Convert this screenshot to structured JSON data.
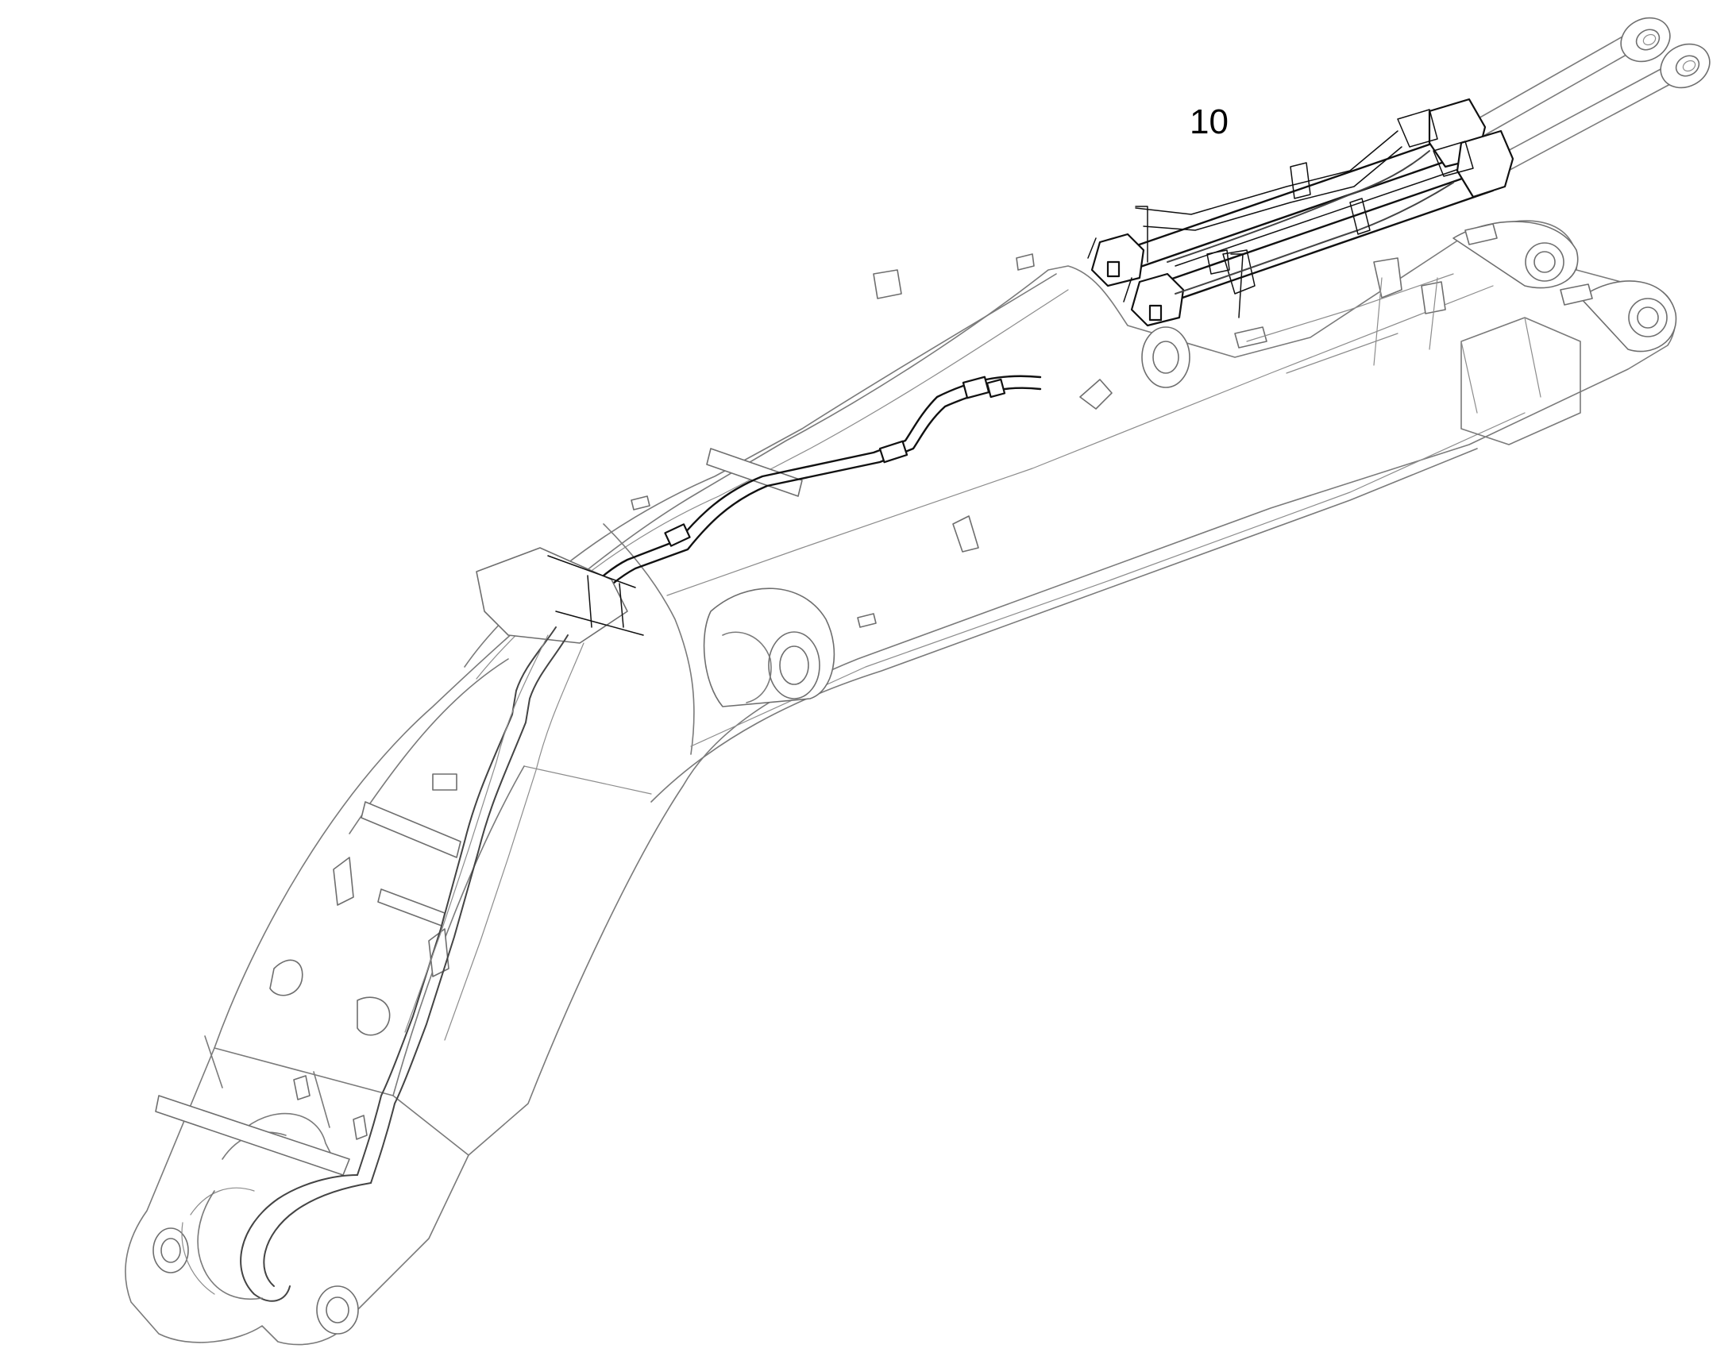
{
  "diagram": {
    "callouts": [
      {
        "label": "10"
      }
    ],
    "icons": {
      "boom": "excavator-boom",
      "arm_cylinders": "twin-hydraulic-cylinder",
      "hose_line": "hydraulic-hose-routing"
    },
    "colors": {
      "structure_line": "#7a7a7a",
      "highlight_line": "#111111",
      "background": "#ffffff"
    }
  }
}
